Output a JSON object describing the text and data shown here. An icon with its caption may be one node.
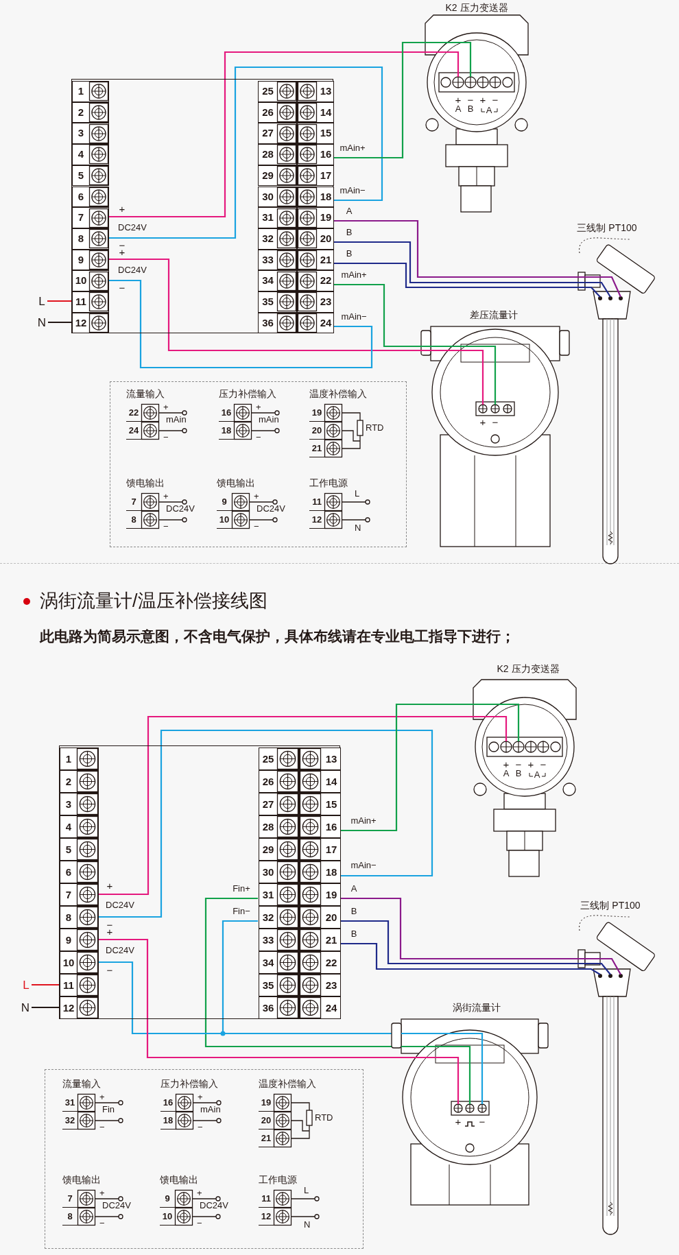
{
  "diagram": {
    "title": "涡街流量计/温压补偿接线图",
    "nodes": [
      {
        "text": [],
        "shape": "box"
      },
      {
        "text": [
          "1"
        ],
        "in": 0
      },
      {
        "text": [
          "25"
        ],
        "in": 0
      },
      {
        "text": [
          "13"
        ],
        "in": 0
      },
      {
        "text": [
          "2"
        ],
        "in": 0
      },
      {
        "text": [
          "26"
        ],
        "in": 0
      },
      {
        "text": [
          "14"
        ],
        "in": 0
      },
      {
        "text": [
          "3"
        ],
        "in": 0
      },
      {
        "text": [
          "27"
        ],
        "in": 0
      },
      {
        "text": [
          "15"
        ],
        "in": 0
      },
      {
        "text": [
          "4"
        ],
        "in": 0
      },
      {
        "text": [
          "28"
        ],
        "in": 0
      },
      {
        "text": [
          "16"
        ],
        "in": 0
      },
      {
        "text": [
          "5"
        ],
        "in": 0
      },
      {
        "text": [
          "29"
        ],
        "in": 0
      },
      {
        "text": [
          "17"
        ],
        "in": 0
      },
      {
        "text": [
          "6"
        ],
        "in": 0
      },
      {
        "text": [
          "30"
        ],
        "in": 0
      },
      {
        "text": [
          "18"
        ],
        "in": 0
      },
      {
        "text": [
          "7"
        ],
        "in": 0
      },
      {
        "text": [
          "31"
        ],
        "in": 0
      },
      {
        "text": [
          "19"
        ],
        "in": 0
      },
      {
        "text": [
          "8"
        ],
        "in": 0
      },
      {
        "text": [
          "32"
        ],
        "in": 0
      },
      {
        "text": [
          "20"
        ],
        "in": 0
      },
      {
        "text": [
          "9"
        ],
        "in": 0
      },
      {
        "text": [
          "33"
        ],
        "in": 0
      },
      {
        "text": [
          "21"
        ],
        "in": 0
      },
      {
        "text": [
          "10"
        ],
        "in": 0
      },
      {
        "text": [
          "34"
        ],
        "in": 0
      },
      {
        "text": [
          "22"
        ],
        "in": 0
      },
      {
        "text": [
          "11"
        ],
        "in": 0
      },
      {
        "text": [
          "35"
        ],
        "in": 0
      },
      {
        "text": [
          "23"
        ],
        "in": 0
      },
      {
        "text": [
          "12"
        ],
        "in": 0
      },
      {
        "text": [
          "36"
        ],
        "in": 0
      },
      {
        "text": [
          "24"
        ],
        "in": 0
      },
      {
        "text": [
          "K2 压力变送器"
        ]
      },
      {
        "text": [
          "三线制 PT100"
        ]
      },
      {
        "text": [
          "L"
        ]
      },
      {
        "text": [
          "N"
        ]
      },
      {
        "text": [
          "差压流量计"
        ]
      },
      {
        "text": [],
        "shape": "box"
      },
      {
        "text": [
          "流量输入",
          "22",
          "24",
          "+",
          "mAin",
          "−"
        ],
        "in": 42
      },
      {
        "text": [
          "压力补偿输入",
          "16",
          "18",
          "+",
          "mAin",
          "−"
        ],
        "in": 42
      },
      {
        "text": [
          "温度补偿输入",
          "19",
          "20",
          "21",
          "RTD"
        ],
        "in": 42
      },
      {
        "text": [
          "馈电输出",
          "7",
          "8",
          "+",
          "DC24V",
          "−"
        ],
        "in": 42
      },
      {
        "text": [
          "馈电输出",
          "9",
          "10",
          "+",
          "DC24V",
          "−"
        ],
        "in": 42
      },
      {
        "text": [
          "工作电源",
          "11",
          "12",
          "L",
          "N"
        ],
        "in": 42
      },
      {
        "text": [],
        "shape": "box"
      },
      {
        "text": [
          "1"
        ],
        "in": 49
      },
      {
        "text": [
          "25"
        ],
        "in": 49
      },
      {
        "text": [
          "13"
        ],
        "in": 49
      },
      {
        "text": [
          "2"
        ],
        "in": 49
      },
      {
        "text": [
          "26"
        ],
        "in": 49
      },
      {
        "text": [
          "14"
        ],
        "in": 49
      },
      {
        "text": [
          "3"
        ],
        "in": 49
      },
      {
        "text": [
          "27"
        ],
        "in": 49
      },
      {
        "text": [
          "15"
        ],
        "in": 49
      },
      {
        "text": [
          "4"
        ],
        "in": 49
      },
      {
        "text": [
          "28"
        ],
        "in": 49
      },
      {
        "text": [
          "16"
        ],
        "in": 49
      },
      {
        "text": [
          "5"
        ],
        "in": 49
      },
      {
        "text": [
          "29"
        ],
        "in": 49
      },
      {
        "text": [
          "17"
        ],
        "in": 49
      },
      {
        "text": [
          "6"
        ],
        "in": 49
      },
      {
        "text": [
          "30"
        ],
        "in": 49
      },
      {
        "text": [
          "18"
        ],
        "in": 49
      },
      {
        "text": [
          "7"
        ],
        "in": 49
      },
      {
        "text": [
          "31"
        ],
        "in": 49
      },
      {
        "text": [
          "19"
        ],
        "in": 49
      },
      {
        "text": [
          "8"
        ],
        "in": 49
      },
      {
        "text": [
          "32"
        ],
        "in": 49
      },
      {
        "text": [
          "20"
        ],
        "in": 49
      },
      {
        "text": [
          "9"
        ],
        "in": 49
      },
      {
        "text": [
          "33"
        ],
        "in": 49
      },
      {
        "text": [
          "21"
        ],
        "in": 49
      },
      {
        "text": [
          "10"
        ],
        "in": 49
      },
      {
        "text": [
          "34"
        ],
        "in": 49
      },
      {
        "text": [
          "22"
        ],
        "in": 49
      },
      {
        "text": [
          "11"
        ],
        "in": 49
      },
      {
        "text": [
          "35"
        ],
        "in": 49
      },
      {
        "text": [
          "23"
        ],
        "in": 49
      },
      {
        "text": [
          "12"
        ],
        "in": 49
      },
      {
        "text": [
          "36"
        ],
        "in": 49
      },
      {
        "text": [
          "24"
        ],
        "in": 49
      },
      {
        "text": [
          "K2 压力变送器"
        ]
      },
      {
        "text": [
          "三线制 PT100"
        ]
      },
      {
        "text": [
          "L"
        ]
      },
      {
        "text": [
          "N"
        ]
      },
      {
        "text": [
          "涡街流量计"
        ]
      },
      {
        "text": [],
        "shape": "box"
      },
      {
        "text": [
          "流量输入",
          "31",
          "32",
          "+",
          "Fin",
          "−"
        ],
        "in": 91
      },
      {
        "text": [
          "压力补偿输入",
          "16",
          "18",
          "+",
          "mAin",
          "−"
        ],
        "in": 91
      },
      {
        "text": [
          "温度补偿输入",
          "19",
          "20",
          "21",
          "RTD"
        ],
        "in": 91
      },
      {
        "text": [
          "馈电输出",
          "7",
          "8",
          "+",
          "DC24V",
          "−"
        ],
        "in": 91
      },
      {
        "text": [
          "馈电输出",
          "9",
          "10",
          "+",
          "DC24V",
          "−"
        ],
        "in": 91
      },
      {
        "text": [
          "工作电源",
          "11",
          "12",
          "L",
          "N"
        ],
        "in": 91
      }
    ],
    "edges": [
      {
        "from": 19,
        "to": 37,
        "arrow": "none",
        "color": "#e5197e"
      },
      {
        "from": 22,
        "to": 18,
        "arrow": "none",
        "color": "#1aa3e0"
      },
      {
        "from": 12,
        "to": 37,
        "arrow": "none",
        "color": "#12a14b"
      },
      {
        "from": 21,
        "to": 38,
        "arrow": "none",
        "color": "#8b1a8b"
      },
      {
        "from": 24,
        "to": 38,
        "arrow": "none",
        "color": "#1f2a8a"
      },
      {
        "from": 27,
        "to": 38,
        "arrow": "none",
        "color": "#1f2a8a"
      },
      {
        "from": 30,
        "to": 41,
        "arrow": "none",
        "color": "#12a14b"
      },
      {
        "from": 25,
        "to": 41,
        "arrow": "none",
        "color": "#e5197e"
      },
      {
        "from": 28,
        "to": 36,
        "arrow": "none",
        "color": "#1aa3e0"
      },
      {
        "from": 39,
        "to": 31,
        "arrow": "none",
        "color": "#e0141e"
      },
      {
        "from": 40,
        "to": 34,
        "arrow": "none",
        "color": "#231815"
      },
      {
        "from": 68,
        "to": 86,
        "arrow": "none",
        "color": "#e5197e"
      },
      {
        "from": 71,
        "to": 67,
        "arrow": "none",
        "color": "#1aa3e0"
      },
      {
        "from": 61,
        "to": 86,
        "arrow": "none",
        "color": "#12a14b"
      },
      {
        "from": 70,
        "to": 87,
        "arrow": "none",
        "color": "#8b1a8b"
      },
      {
        "from": 73,
        "to": 87,
        "arrow": "none",
        "color": "#1f2a8a"
      },
      {
        "from": 76,
        "to": 87,
        "arrow": "none",
        "color": "#1f2a8a"
      },
      {
        "from": 69,
        "to": 90,
        "arrow": "none",
        "color": "#12a14b"
      },
      {
        "from": 72,
        "to": 90,
        "arrow": "none",
        "color": "#1aa3e0"
      },
      {
        "from": 77,
        "to": 90,
        "arrow": "none",
        "color": "#1aa3e0"
      },
      {
        "from": 74,
        "to": 90,
        "arrow": "none",
        "color": "#e5197e"
      },
      {
        "from": 88,
        "to": 80,
        "arrow": "none",
        "color": "#e0141e"
      },
      {
        "from": 89,
        "to": 83,
        "arrow": "none",
        "color": "#231815"
      }
    ],
    "labels": [
      "+",
      "−",
      "+",
      "−",
      "A",
      "B",
      "A",
      "mAin+",
      "mAin−",
      "+",
      "DC24V",
      "−",
      "A",
      "B",
      "B",
      "+",
      "DC24V",
      "−",
      "mAin+",
      "mAin−",
      "+",
      "−",
      "此电路为简易示意图，不含电气保护，具体布线请在专业电工指导下进行；",
      "+",
      "−",
      "+",
      "−",
      "A",
      "B",
      "A",
      "mAin+",
      "mAin−",
      "Fin+",
      "Fin−",
      "+",
      "A",
      "DC24V",
      "B",
      "−",
      "B",
      "+",
      "DC24V",
      "−",
      "+",
      "−"
    ]
  }
}
